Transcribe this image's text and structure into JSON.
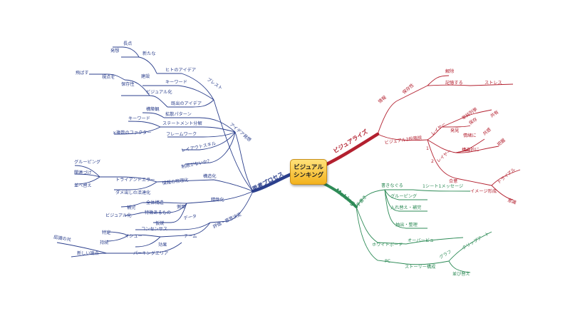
{
  "center": {
    "line1": "ビジュアル",
    "line2": "シンキング"
  },
  "colors": {
    "blue": "#2b3f8c",
    "red": "#b3202f",
    "green": "#2e8b57",
    "center": "#f3b21d"
  },
  "branches": {
    "thinking": "思考プロセス",
    "visualize": "ビジュアライズ",
    "making": "Making"
  },
  "blue": {
    "brainstorm": "ブレスト",
    "idea": "アイデア発想",
    "hito_idea": "ヒトのアイデア",
    "arata": "新たな",
    "chouten": "長点",
    "hassou": "発想",
    "keyword1": "キーワード",
    "kenzou": "建設",
    "kison": "既出のアイデア",
    "visualka1": "ビジュアル化",
    "hozon": "保存性",
    "shiten": "視点を",
    "tobasu": "飛ばす",
    "kakusan": "拡散パターン",
    "kouzou_kan": "構築観",
    "keyword2": "キーワード",
    "statement": "ステートメント分解",
    "factor": "×複数のファクター",
    "framework": "フレームワーク",
    "layout": "レイアウトスキル",
    "seiyaku": "制限がないか？",
    "kouzouka": "構造化",
    "jouhou": "情報の物理化",
    "triand": "トライアンドエラー",
    "grouping": "グルーピング",
    "kanren": "関連づけ",
    "narabe": "並べ替え",
    "dame": "ダメ出しの活達化",
    "seimitsu": "精緻化",
    "sokumen": "側面",
    "zentai": "全体構造",
    "hosoku": "補完",
    "data": "データ",
    "tokuchou": "特徴あるもの",
    "visualka2": "ビジュアル化",
    "kasetsu": "仮説",
    "hyouka": "評価・意思決定",
    "consensus": "コンセンサス",
    "team": "チーム",
    "tokutei": "特定",
    "issue": "イシュー",
    "jizoku": "持続",
    "kouka": "効果",
    "parking": "パーキングエリア",
    "ninshiki": "認識の共",
    "atarashii": "新しい論点"
  },
  "red": {
    "jouhou": "情報",
    "hozon": "保存性",
    "kaijo": "解除",
    "kioku": "記憶する",
    "stress": "ストレス",
    "nidankai": "ビジュアル2段階説",
    "one": "1",
    "two": "2",
    "layer1": "レイヤー",
    "layer2": "レイヤー",
    "tanpatsu": "単純列挙",
    "hakken": "発見",
    "hozon2": "保存",
    "kyouyuu": "共有",
    "rikai": "情緒に",
    "kyoukan": "共感",
    "kouzouteki": "構造的に",
    "rikai2": "把握",
    "goui": "合意",
    "image": "イメージ形成",
    "trial": "トライアル",
    "ketsudan": "意識"
  },
  "green": {
    "tegaki": "手書き",
    "kakinaguru": "書きなぐる",
    "sheet": "1シート1メッセージ",
    "grouping": "グルーピング",
    "irekae": "入れ替え・補完",
    "bassui": "抽出・整理",
    "whiteboard": "ホワイトボード",
    "overview": "オーバービュー",
    "pc": "PC",
    "story": "ストーリー構成",
    "graph": "グラフ",
    "clipart": "クリップアート",
    "narabe": "並び替え"
  }
}
